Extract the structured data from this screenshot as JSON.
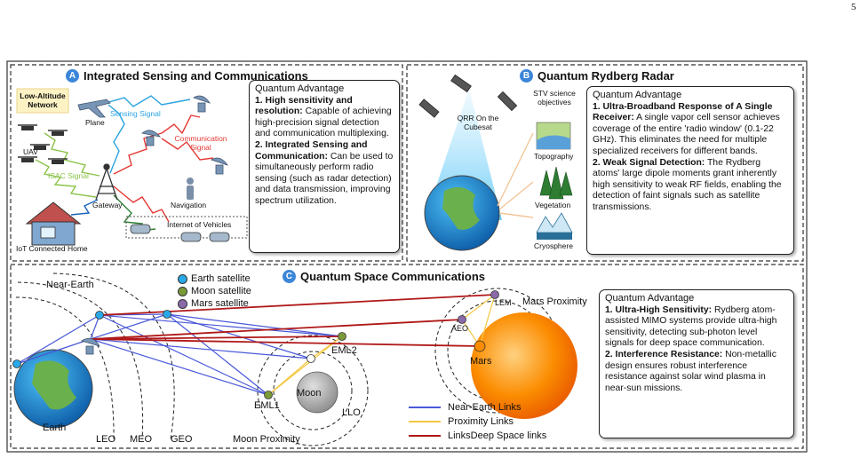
{
  "page_number": "5",
  "colors": {
    "accent_blue": "#3b86d8",
    "near_earth_link": "#4a58d8",
    "proximity_link": "#f5c842",
    "deep_space_link": "#b01818",
    "isac_signal": "#8bc34a",
    "sensing_signal": "#29a3e0",
    "communication_signal": "#e53935"
  },
  "panel_a": {
    "badge": "A",
    "title": "Integrated Sensing and Communications",
    "labels": {
      "low_altitude": "Low-Altitude Network",
      "plane": "Plane",
      "sensing_signal": "Sensing Signal",
      "communication_signal": "Communication Signal",
      "uav": "UAV",
      "isac_signal": "ISAC Signal",
      "gateway": "Gateway",
      "navigation": "Navigation",
      "internet_of_vehicles": "Internet of Vehicles",
      "iot_home": "IoT Connected Home"
    },
    "advantage": {
      "heading": "Quantum Advantage",
      "items": [
        {
          "title": "1. High sensitivity and resolution:",
          "text": " Capable of achieving high-precision signal detection and communication multiplexing."
        },
        {
          "title": "2. Integrated Sensing and Communication:",
          "text": " Can be used to simultaneously perform radio sensing (such as radar detection) and data transmission, improving spectrum utilization."
        }
      ]
    }
  },
  "panel_b": {
    "badge": "B",
    "title": "Quantum Rydberg Radar",
    "labels": {
      "qrr": "QRR On the Cubesat",
      "stv": "STV science objectives",
      "topography": "Topography",
      "vegetation": "Vegetation",
      "cryosphere": "Cryosphere"
    },
    "advantage": {
      "heading": "Quantum Advantage",
      "items": [
        {
          "title": "1. Ultra-Broadband Response of A Single Receiver:",
          "text": " A single vapor cell sensor achieves coverage of the entire 'radio window' (0.1-22 GHz). This eliminates the need for multiple specialized receivers for different bands."
        },
        {
          "title": "2. Weak Signal Detection:",
          "text": " The Rydberg atoms' large dipole moments grant inherently high sensitivity to weak RF fields, enabling the detection of faint signals such as satellite transmissions."
        }
      ]
    }
  },
  "panel_c": {
    "badge": "C",
    "title": "Quantum Space Communications",
    "sat_legend": [
      {
        "label": "Earth satellite",
        "color": "#29a8e8"
      },
      {
        "label": "Moon satellite",
        "color": "#7a9a3a"
      },
      {
        "label": "Mars satellite",
        "color": "#8a6aa8"
      }
    ],
    "labels": {
      "near_earth": "Near-Earth",
      "earth": "Earth",
      "leo": "LEO",
      "meo": "MEO",
      "geo": "GEO",
      "moon_proximity": "Moon Proximity",
      "eml1": "EML1",
      "eml2": "EML2",
      "moon": "Moon",
      "llo": "LLO",
      "lem": "LEM",
      "aeo": "AEO",
      "mars": "Mars",
      "mars_proximity": "Mars Proximity"
    },
    "link_legend": [
      {
        "label": "Near-Earth Links",
        "color": "#4a58d8"
      },
      {
        "label": "Proximity Links",
        "color": "#f5c842"
      },
      {
        "label": "LinksDeep Space links",
        "color": "#b01818"
      }
    ],
    "advantage": {
      "heading": "Quantum Advantage",
      "items": [
        {
          "title": "1. Ultra-High Sensitivity:",
          "text": " Rydberg atom-assisted MIMO systems provide ultra-high sensitivity, detecting sub-photon level signals for deep space communication."
        },
        {
          "title": "2. Interference Resistance:",
          "text": " Non-metallic design ensures robust interference resistance against solar wind plasma in near-sun missions."
        }
      ]
    }
  }
}
